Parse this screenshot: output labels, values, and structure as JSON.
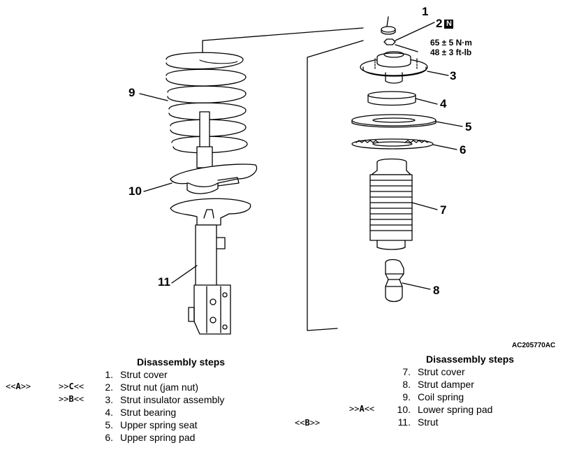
{
  "figure_id": "AC205770AC",
  "torque": {
    "line1": "65 ± 5 N·m",
    "line2": "48 ± 3 ft-lb"
  },
  "n_mark": "N",
  "callouts": {
    "c1": "1",
    "c2": "2",
    "c3": "3",
    "c4": "4",
    "c5": "5",
    "c6": "6",
    "c7": "7",
    "c8": "8",
    "c9": "9",
    "c10": "10",
    "c11": "11"
  },
  "disassembly_left": {
    "title": "Disassembly steps",
    "steps": [
      {
        "num": "1.",
        "label": "Strut cover"
      },
      {
        "num": "2.",
        "label": "Strut nut (jam nut)"
      },
      {
        "num": "3.",
        "label": "Strut insulator assembly"
      },
      {
        "num": "4.",
        "label": "Strut bearing"
      },
      {
        "num": "5.",
        "label": "Upper spring seat"
      },
      {
        "num": "6.",
        "label": "Upper spring pad"
      }
    ]
  },
  "disassembly_right": {
    "title": "Disassembly steps",
    "steps": [
      {
        "num": "7.",
        "label": "Strut cover"
      },
      {
        "num": "8.",
        "label": "Strut damper"
      },
      {
        "num": "9.",
        "label": "Coil spring"
      },
      {
        "num": "10.",
        "label": "Lower spring pad"
      },
      {
        "num": "11.",
        "label": "Strut"
      }
    ]
  },
  "refs": {
    "a_install_open": "<<",
    "a_install_letter": "A",
    "a_install_close": ">>",
    "c_remove_open": ">>",
    "c_remove_letter": "C",
    "c_remove_close": "<<",
    "b_remove_open": ">>",
    "b_remove_letter": "B",
    "b_remove_close": "<<",
    "b_install_open": "<<",
    "b_install_letter": "B",
    "b_install_close": ">>",
    "a_remove_open": ">>",
    "a_remove_letter": "A",
    "a_remove_close": "<<"
  }
}
